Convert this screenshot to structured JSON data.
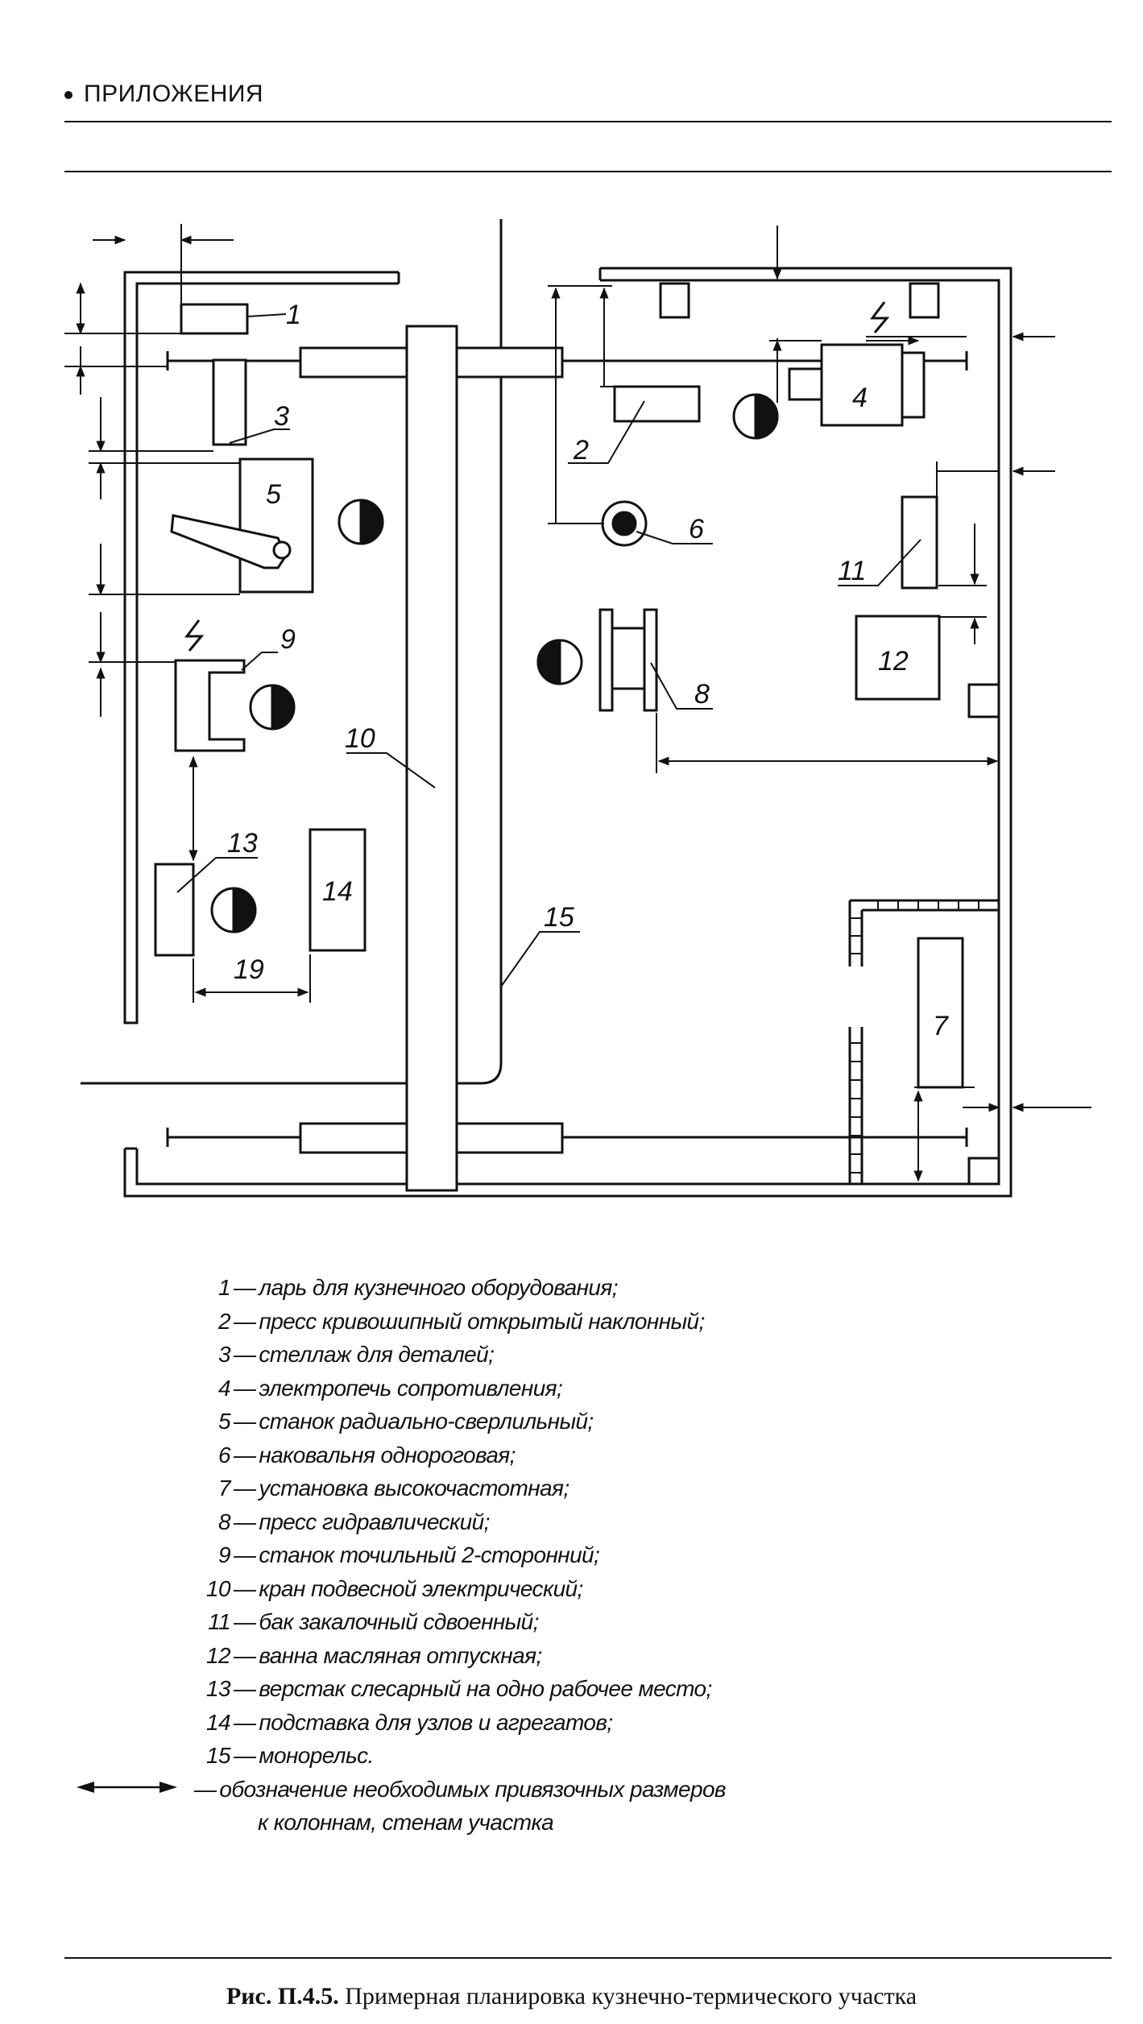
{
  "header": {
    "section": "ПРИЛОЖЕНИЯ"
  },
  "plan": {
    "labels": [
      "1",
      "2",
      "3",
      "4",
      "5",
      "6",
      "7",
      "8",
      "9",
      "10",
      "11",
      "12",
      "13",
      "14",
      "15",
      "19"
    ]
  },
  "legend": {
    "items": [
      {
        "num": "1",
        "text": "ларь для кузнечного оборудования;"
      },
      {
        "num": "2",
        "text": "пресс кривошипный открытый наклонный;"
      },
      {
        "num": "3",
        "text": "стеллаж для деталей;"
      },
      {
        "num": "4",
        "text": "электропечь сопротивления;"
      },
      {
        "num": "5",
        "text": "станок радиально-сверлильный;"
      },
      {
        "num": "6",
        "text": "наковальня однороговая;"
      },
      {
        "num": "7",
        "text": "установка высокочастотная;"
      },
      {
        "num": "8",
        "text": "пресс гидравлический;"
      },
      {
        "num": "9",
        "text": "станок точильный 2-сторонний;"
      },
      {
        "num": "10",
        "text": "кран подвесной электрический;"
      },
      {
        "num": "11",
        "text": "бак закалочный сдвоенный;"
      },
      {
        "num": "12",
        "text": "ванна масляная отпускная;"
      },
      {
        "num": "13",
        "text": "верстак слесарный на одно рабочее место;"
      },
      {
        "num": "14",
        "text": "подставка для узлов и агрегатов;"
      },
      {
        "num": "15",
        "text": "монорельс."
      }
    ],
    "dimension_line1": "обозначение необходимых привязочных размеров",
    "dimension_line2": "к колоннам, стенам участка"
  },
  "caption": {
    "figure": "Рис. П.4.5.",
    "title": "Примерная планировка кузнечно-термического участка"
  }
}
